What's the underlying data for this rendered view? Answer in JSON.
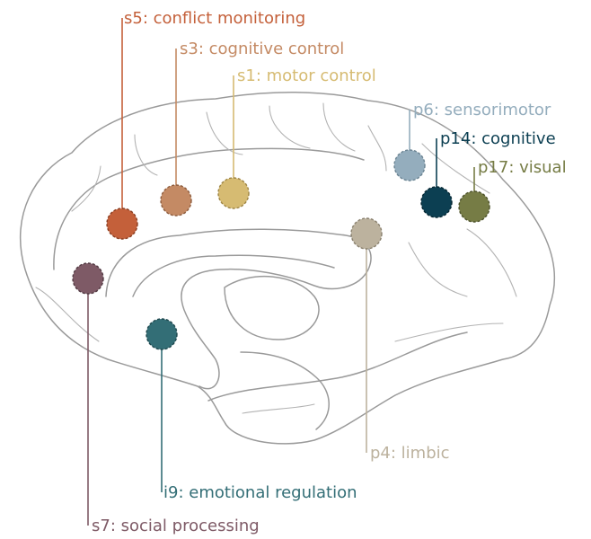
{
  "regions": [
    {
      "id": "s5",
      "label": "s5: conflict monitoring",
      "color": "#c4603a"
    },
    {
      "id": "s3",
      "label": "s3: cognitive control",
      "color": "#c48a64"
    },
    {
      "id": "s1",
      "label": "s1: motor control",
      "color": "#d6bb72"
    },
    {
      "id": "p6",
      "label": "p6: sensorimotor",
      "color": "#94adbd"
    },
    {
      "id": "p14",
      "label": "p14: cognitive",
      "color": "#0c3f52"
    },
    {
      "id": "p17",
      "label": "p17: visual",
      "color": "#767c45"
    },
    {
      "id": "p4",
      "label": "p4: limbic",
      "color": "#bcb29e"
    },
    {
      "id": "i9",
      "label": "i9: emotional regulation",
      "color": "#336e76"
    },
    {
      "id": "s7",
      "label": "s7: social processing",
      "color": "#7e5a66"
    }
  ],
  "colors": {
    "brain_outline": "#9a9a9a",
    "background": "#ffffff"
  }
}
